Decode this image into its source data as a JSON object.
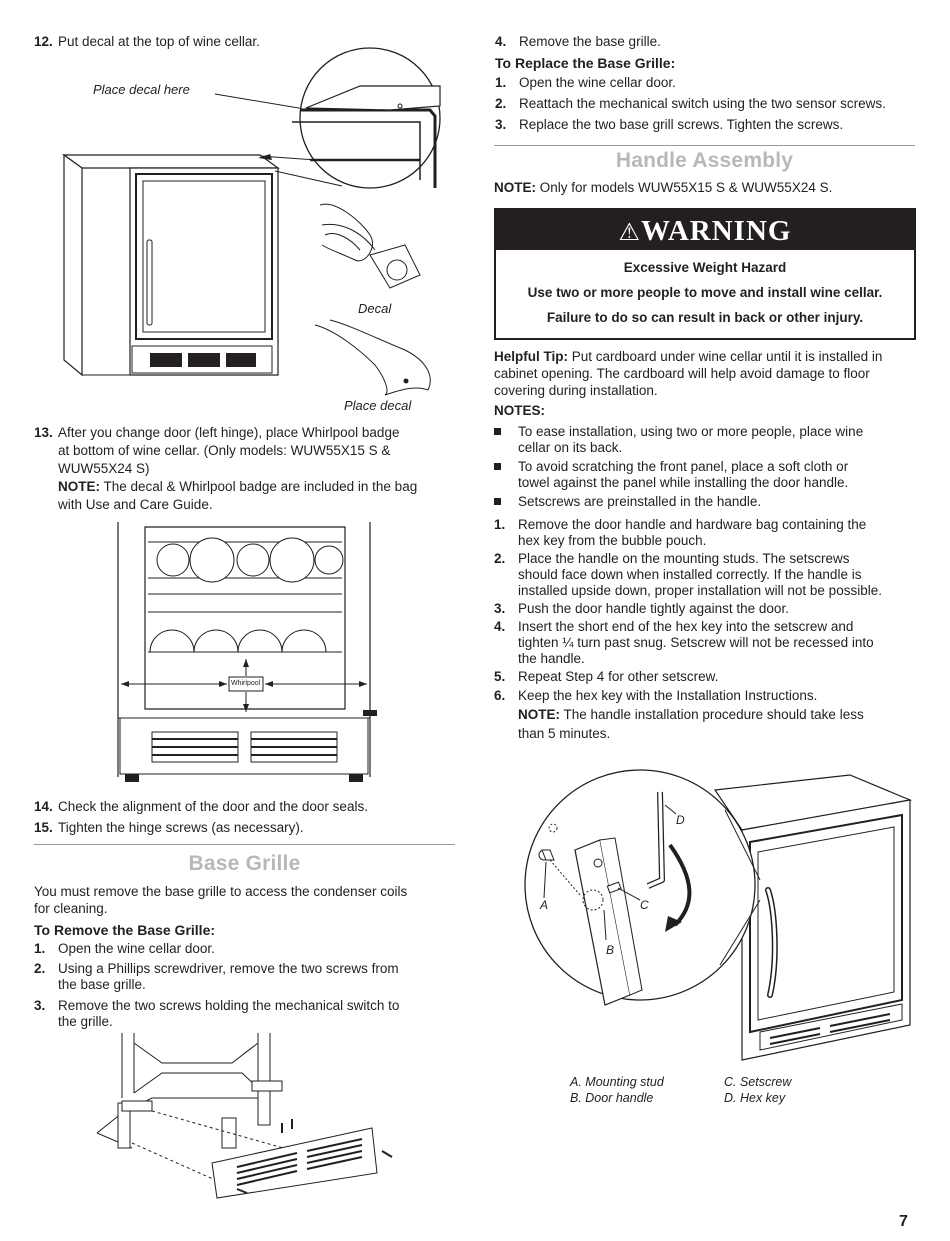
{
  "left": {
    "step12": {
      "num": "12.",
      "text": "Put decal at the top of wine cellar."
    },
    "fig1": {
      "place_decal_here": "Place decal here",
      "decal": "Decal",
      "place_decal": "Place decal"
    },
    "step13": {
      "num": "13.",
      "line1": "After you change door (left hinge), place Whirlpool badge",
      "line2": "at bottom of wine cellar.  (Only models: WUW55X15   S &",
      "line3": "WUW55X24   S)",
      "note_label": "NOTE:",
      "note1": " The decal & Whirlpool badge are included in the bag",
      "note2": "with Use and Care Guide."
    },
    "fig2": {
      "badge": "Whirlpool"
    },
    "step14": {
      "num": "14.",
      "text": "Check the alignment of the door and the door seals."
    },
    "step15": {
      "num": "15.",
      "text": "Tighten the hinge screws (as necessary)."
    },
    "base_grille": {
      "title": "Base Grille",
      "intro1": "You must remove the base grille to access the condenser coils",
      "intro2": "for cleaning.",
      "remove_head": "To Remove the Base Grille:",
      "r1": {
        "num": "1.",
        "text": "Open the wine cellar door."
      },
      "r2": {
        "num": "2.",
        "line1": "Using a Phillips screwdriver, remove the two screws from",
        "line2": "the base grille."
      },
      "r3": {
        "num": "3.",
        "line1": "Remove the two screws holding the mechanical switch to",
        "line2": "the grille."
      }
    }
  },
  "right": {
    "r4": {
      "num": "4.",
      "text": "Remove the base grille."
    },
    "replace_head": "To Replace the Base Grille:",
    "p1": {
      "num": "1.",
      "text": "Open the wine cellar door."
    },
    "p2": {
      "num": "2.",
      "text": "Reattach the mechanical switch using the two sensor screws."
    },
    "p3": {
      "num": "3.",
      "text": "Replace the two base grill screws. Tighten the screws."
    },
    "handle": {
      "title": "Handle Assembly",
      "note_label": "NOTE:",
      "note_text": " Only for models WUW55X15   S & WUW55X24   S.",
      "warning": {
        "title": "WARNING",
        "line1": "Excessive Weight Hazard",
        "line2": "Use two or more people to move and install wine cellar.",
        "line3": "Failure to do so can result in back or other injury."
      },
      "tip_label": "Helpful Tip:",
      "tip1": " Put cardboard under wine cellar until it is installed in",
      "tip2": "cabinet opening. The cardboard will help avoid damage to floor",
      "tip3": "covering during installation.",
      "notes_head": "NOTES:",
      "b1a": "To ease installation, using two or more people, place wine",
      "b1b": "cellar on its back.",
      "b2a": "To avoid scratching the front panel, place a soft cloth or",
      "b2b": "towel against the panel while installing the door handle.",
      "b3": "Setscrews are preinstalled in the handle.",
      "s1": {
        "num": "1.",
        "a": "Remove the door handle and hardware bag containing the",
        "b": "hex key from the bubble pouch."
      },
      "s2": {
        "num": "2.",
        "a": "Place the handle on the mounting studs. The setscrews",
        "b": "should face down when installed correctly. If the handle is",
        "c": "installed upside down, proper installation will not be possible."
      },
      "s3": {
        "num": "3.",
        "a": "Push the door handle tightly against the door."
      },
      "s4": {
        "num": "4.",
        "a": "Insert the short end of the hex key into the setscrew and",
        "b": "tighten ¼ turn past snug. Setscrew will not be recessed into",
        "c": "the handle."
      },
      "s5": {
        "num": "5.",
        "a": "Repeat Step 4 for other setscrew."
      },
      "s6": {
        "num": "6.",
        "a": "Keep the hex key with the Installation Instructions.",
        "note_label": "NOTE:",
        "note1": " The handle installation procedure should take less",
        "note2": "than 5 minutes."
      }
    },
    "fig3": {
      "labels": {
        "A": "A",
        "B": "B",
        "C": "C",
        "D": "D"
      },
      "legend_a": "A. Mounting stud",
      "legend_b": "B. Door handle",
      "legend_c": "C. Setscrew",
      "legend_d": "D. Hex key"
    }
  },
  "page_number": "7"
}
